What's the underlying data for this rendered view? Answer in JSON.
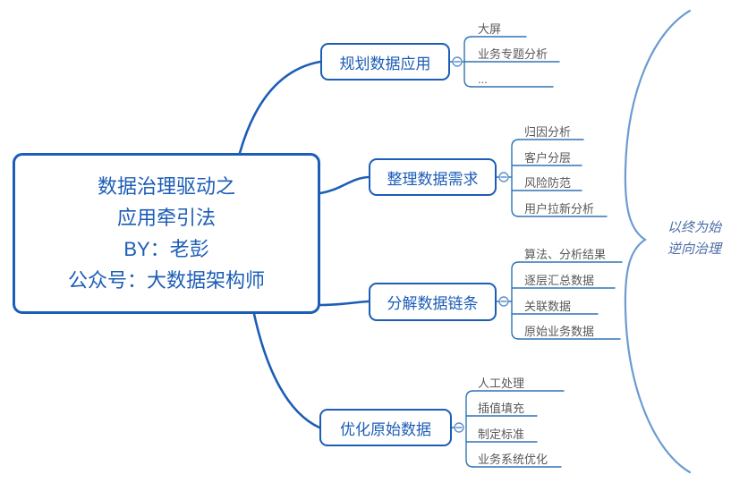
{
  "main_topic": {
    "lines": [
      "数据治理驱动之",
      "应用牵引法",
      "BY：老彭",
      "公众号：大数据架构师"
    ]
  },
  "branches": [
    {
      "label": "规划数据应用",
      "children": [
        "大屏",
        "业务专题分析",
        "..."
      ]
    },
    {
      "label": "整理数据需求",
      "children": [
        "归因分析",
        "客户分层",
        "风险防范",
        "用户拉新分析"
      ]
    },
    {
      "label": "分解数据链条",
      "children": [
        "算法、分析结果",
        "逐层汇总数据",
        "关联数据",
        "原始业务数据"
      ]
    },
    {
      "label": "优化原始数据",
      "children": [
        "人工处理",
        "插值填充",
        "制定标准",
        "业务系统优化"
      ]
    }
  ],
  "summary": {
    "lines": [
      "以终为始",
      "逆向治理"
    ]
  },
  "toggles": {
    "state": "expanded",
    "symbol": "−"
  },
  "colors": {
    "primary": "#1c5db6",
    "underline": "#2e74b5",
    "child-text": "#595959",
    "toggle": "#5f8fcc",
    "brace": "#6c9bd2",
    "summary-text": "#4a6da7",
    "bg": "#ffffff"
  }
}
